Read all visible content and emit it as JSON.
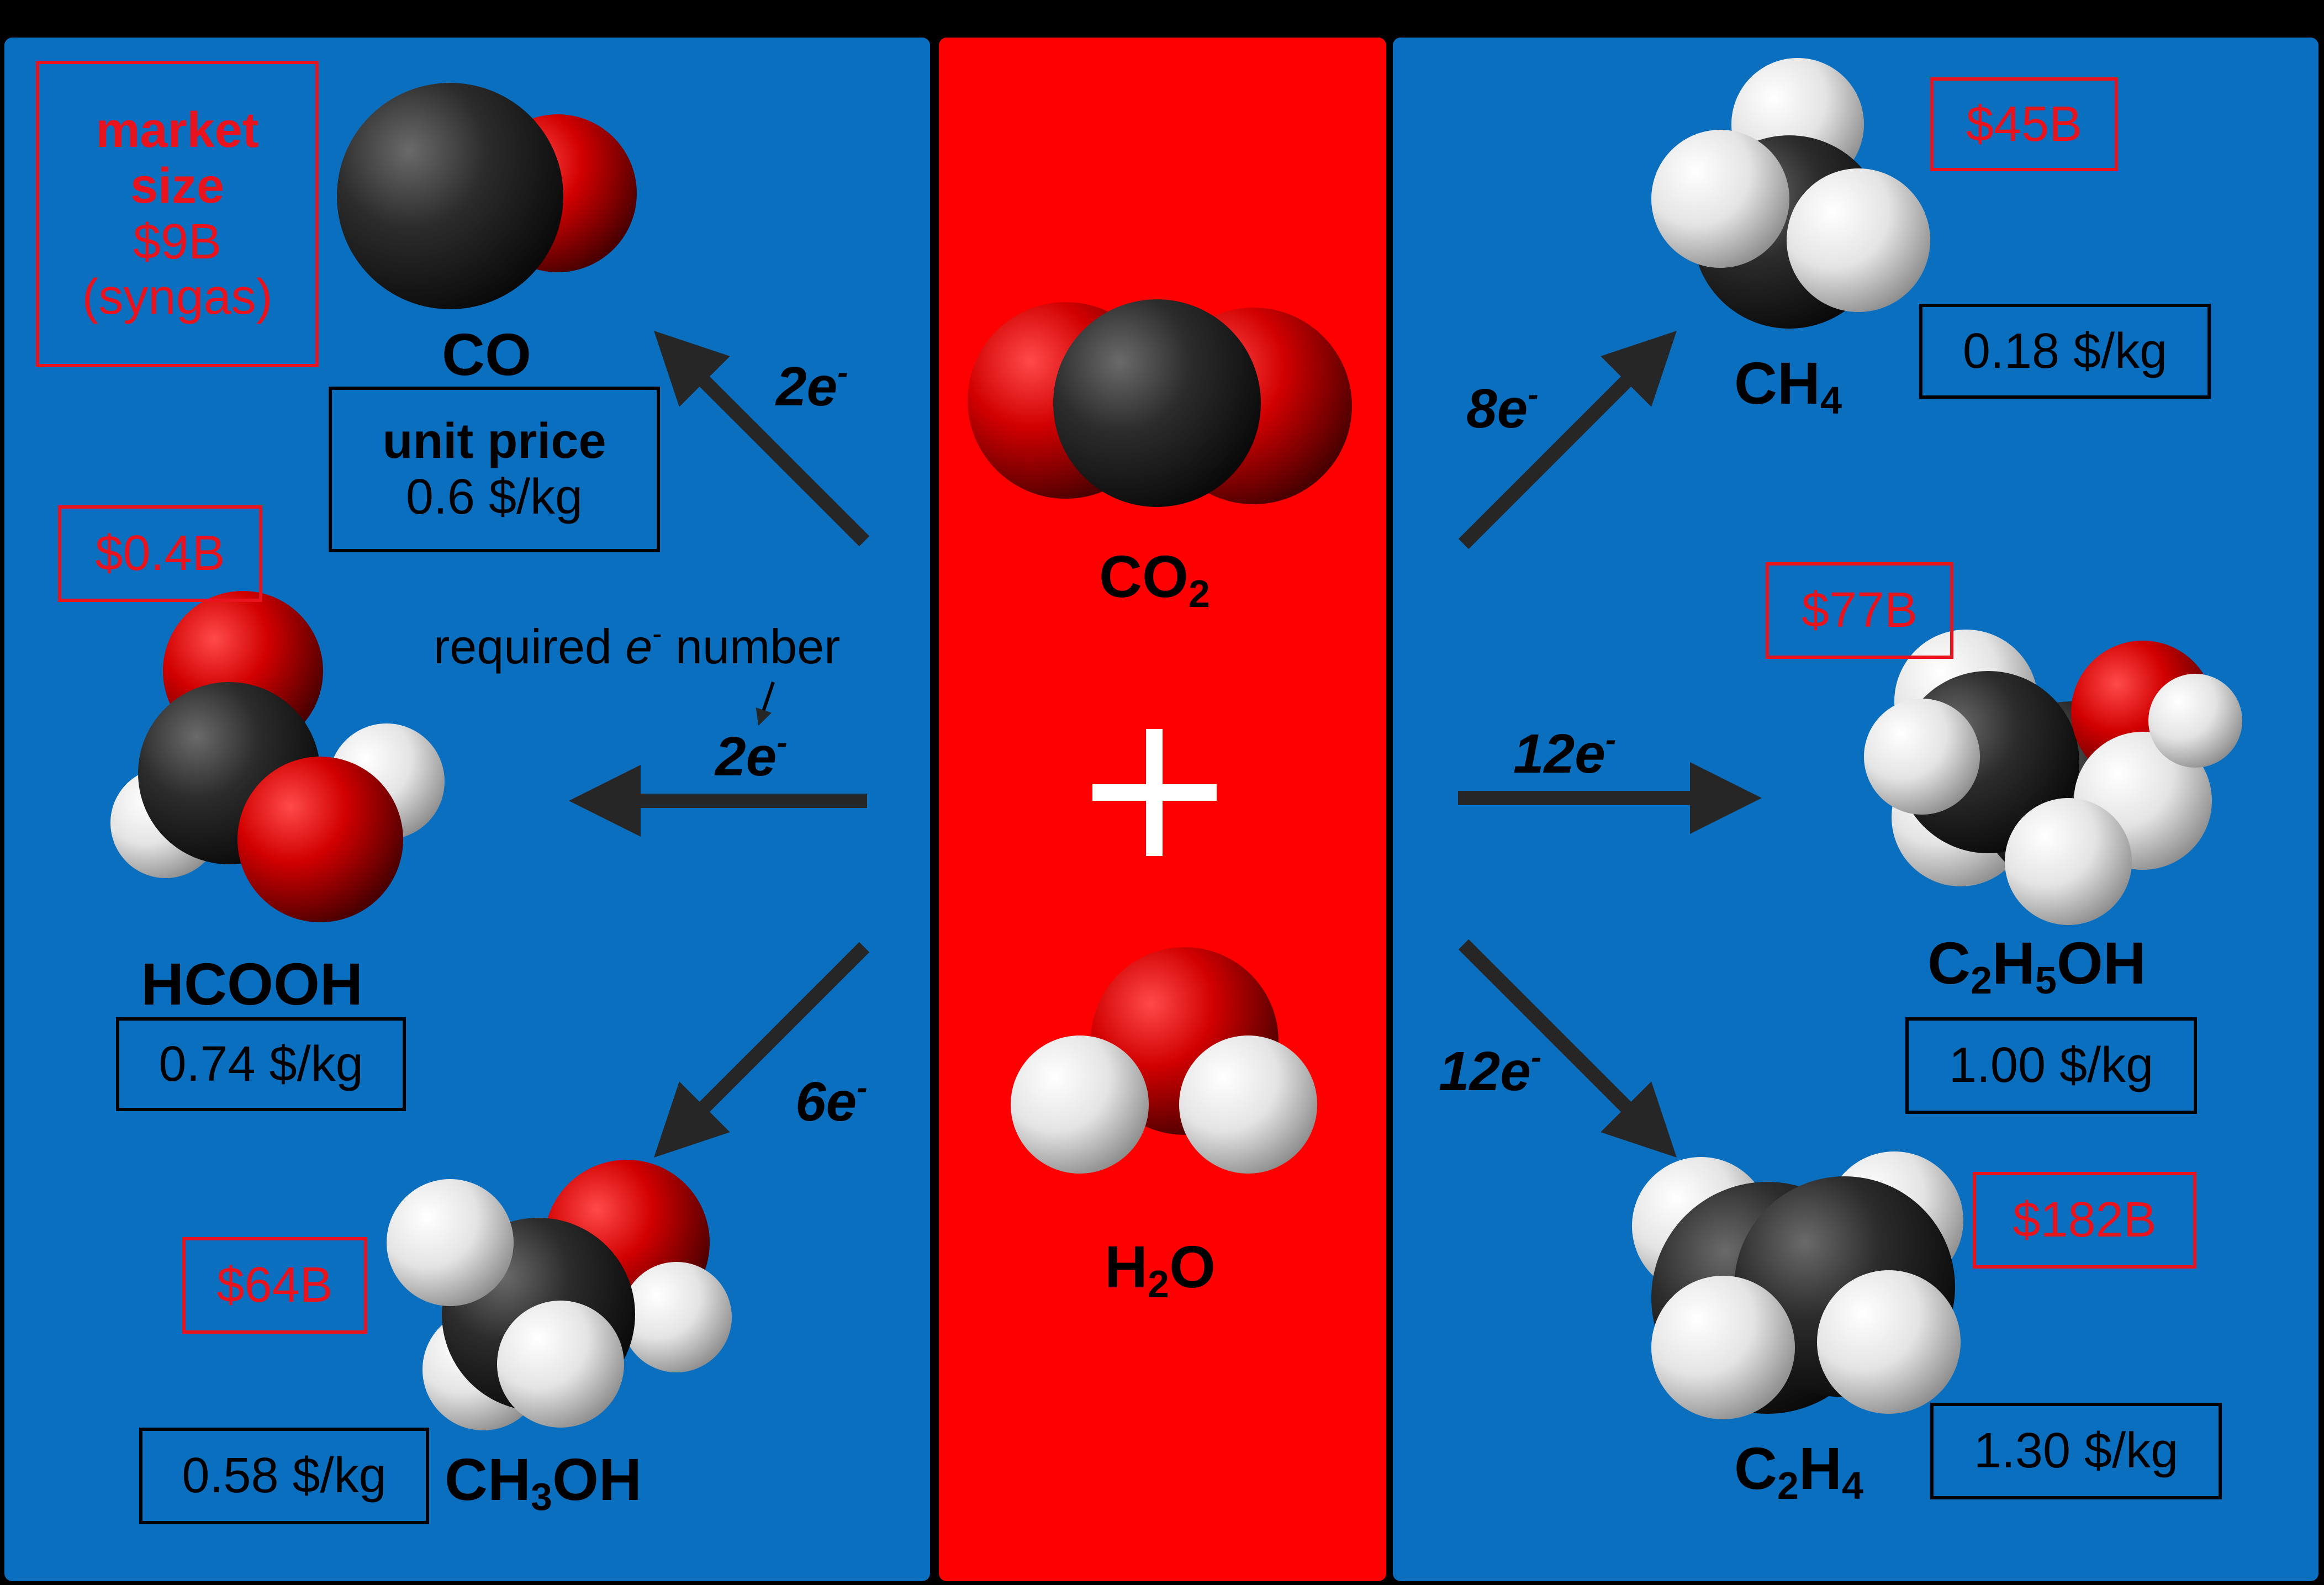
{
  "center": {
    "reactant_co2": "CO",
    "reactant_co2_sub": "2",
    "plus_sign": "+",
    "reactant_h2o_a": "H",
    "reactant_h2o_sub": "2",
    "reactant_h2o_b": "O"
  },
  "legend": {
    "market_size": [
      "market",
      "size",
      "$9B",
      "(syngas)"
    ],
    "unit_price_label": "unit price",
    "required_label_a": "required ",
    "required_label_e": "e",
    "required_label_sup": "-",
    "required_label_b": " number"
  },
  "products": {
    "co": {
      "name": "CO",
      "price": "0.6 $/kg",
      "electrons": "2e",
      "sup": "-"
    },
    "hcooh": {
      "name": "HCOOH",
      "market": "$0.4B",
      "price": "0.74 $/kg",
      "electrons": "2e",
      "sup": "-"
    },
    "ch3oh": {
      "name_a": "CH",
      "name_sub": "3",
      "name_b": "OH",
      "market": "$64B",
      "price": "0.58 $/kg",
      "electrons": "6e",
      "sup": "-"
    },
    "ch4": {
      "name_a": "CH",
      "name_sub": "4",
      "market": "$45B",
      "price": "0.18 $/kg",
      "electrons": "8e",
      "sup": "-"
    },
    "c2h5oh": {
      "name_a": "C",
      "name_sub1": "2",
      "name_b": "H",
      "name_sub2": "5",
      "name_c": "OH",
      "market": "$77B",
      "price": "1.00 $/kg",
      "electrons": "12e",
      "sup": "-"
    },
    "c2h4": {
      "name_a": "C",
      "name_sub1": "2",
      "name_b": "H",
      "name_sub2": "4",
      "market": "$182B",
      "price": "1.30 $/kg",
      "electrons": "12e",
      "sup": "-"
    }
  },
  "colors": {
    "panel_blue": "#0b6fc0",
    "center_red": "#ff0000",
    "market_red": "#e8131c",
    "carbon": "#262626",
    "oxygen": "#d10000",
    "hydrogen": "#e8e8e8",
    "arrow": "#262626"
  }
}
